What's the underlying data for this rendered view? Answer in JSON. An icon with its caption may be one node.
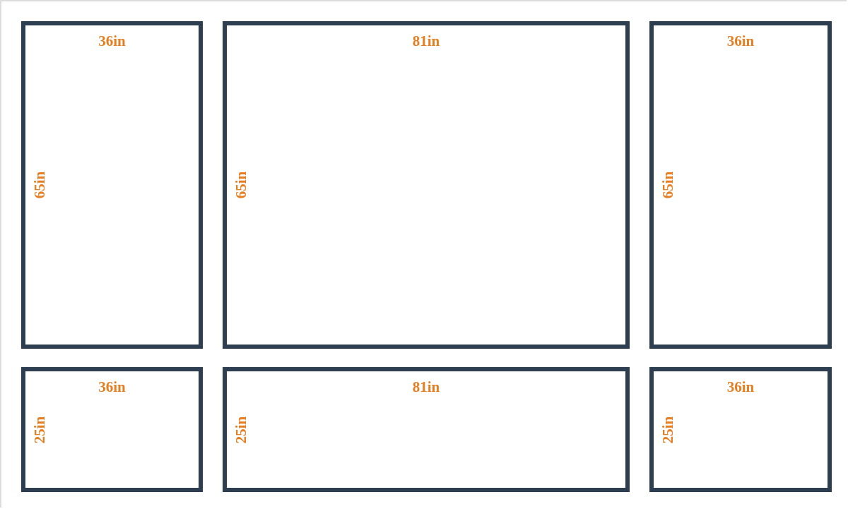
{
  "diagram": {
    "nodes": [
      {
        "text": [
          "36in",
          "65in"
        ]
      },
      {
        "text": [
          "81in",
          "65in"
        ]
      },
      {
        "text": [
          "36in",
          "65in"
        ]
      },
      {
        "text": [
          "36in",
          "25in"
        ]
      },
      {
        "text": [
          "81in",
          "25in"
        ]
      },
      {
        "text": [
          "36in",
          "25in"
        ]
      }
    ]
  }
}
